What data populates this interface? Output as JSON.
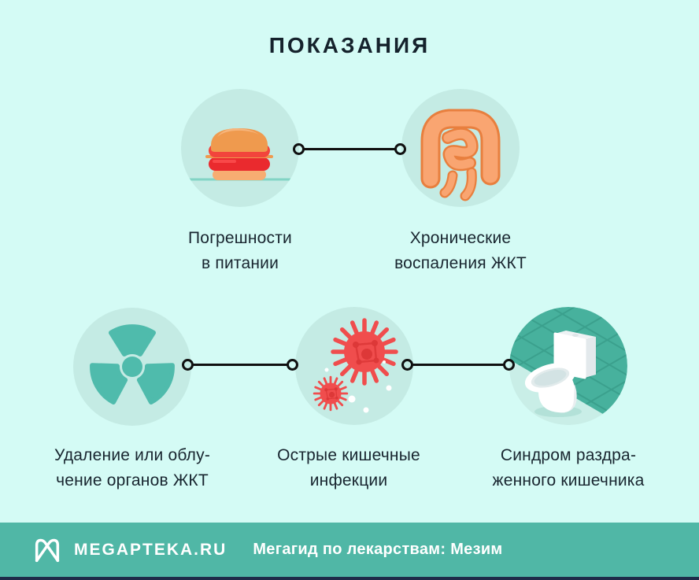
{
  "title": "ПОКАЗАНИЯ",
  "nodes": [
    {
      "icon": "burger-icon",
      "lines": [
        "Погрешности",
        "в питании"
      ]
    },
    {
      "icon": "intestines-icon",
      "lines": [
        "Хронические",
        "воспаления ЖКТ"
      ]
    },
    {
      "icon": "radiation-icon",
      "lines": [
        "Удаление или облу-",
        "чение органов ЖКТ"
      ]
    },
    {
      "icon": "virus-icon",
      "lines": [
        "Острые кишечные",
        "инфекции"
      ]
    },
    {
      "icon": "toilet-icon",
      "lines": [
        "Синдром раздра-",
        "женного кишечника"
      ]
    }
  ],
  "footer": {
    "logo": "megapteka-logo",
    "brand": "MEGAPTEKA.RU",
    "tagline": "Мегагид по лекарствам: Мезим"
  },
  "colors": {
    "background": "#d4fbf5",
    "circle_fill": "#c4ebe4",
    "text": "#18252f",
    "connector": "#101010",
    "footer_bg": "#50b7a6",
    "footer_text": "#ffffff",
    "bottom_strip": "#1e2c49",
    "accent_teal": "#4fbbac",
    "accent_red": "#f04d4d",
    "accent_orange": "#f9a571",
    "wall_tile": "#47b19d"
  }
}
